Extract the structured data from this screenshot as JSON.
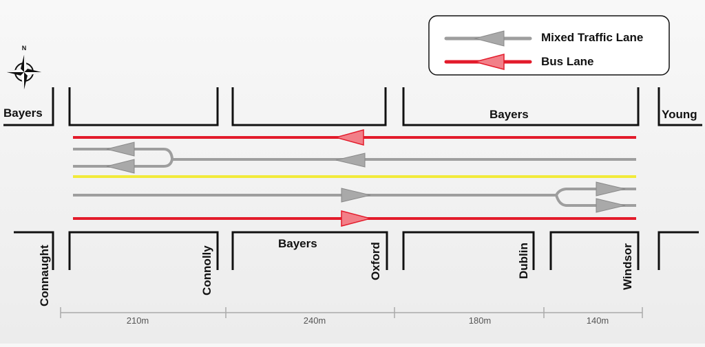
{
  "legend": {
    "mixed_traffic": "Mixed Traffic Lane",
    "bus": "Bus Lane"
  },
  "compass": {
    "north": "N"
  },
  "streets": {
    "main_left": "Bayers",
    "main_top": "Bayers",
    "main_bottom": "Bayers",
    "young": "Young",
    "cross": [
      "Connaught",
      "Connolly",
      "Oxford",
      "Dublin",
      "Windsor"
    ]
  },
  "segments": [
    "210m",
    "240m",
    "180m",
    "140m"
  ],
  "colors": {
    "bus": "#e31b2b",
    "mixed": "#9e9e9e",
    "centerline": "#f2ea3a",
    "curb": "#111111"
  }
}
